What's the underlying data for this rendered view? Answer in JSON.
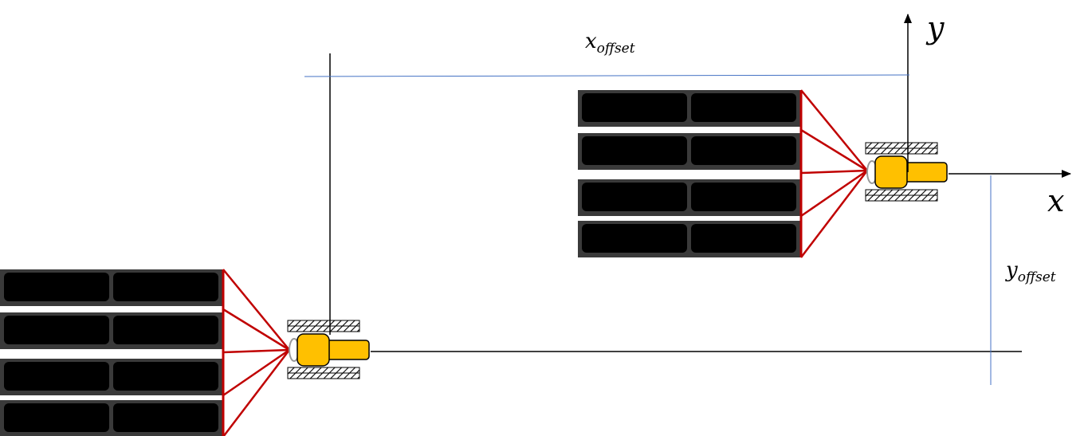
{
  "labels": {
    "x_axis": "x",
    "y_axis": "y",
    "x_offset_main": "x",
    "x_offset_sub": "offset",
    "y_offset_main": "y",
    "y_offset_sub": "offset"
  },
  "colors": {
    "pallet_frame": "#3a3a3a",
    "pallet_block": "#000000",
    "fork_lines": "#c00000",
    "vehicle_body": "#ffc000",
    "offset_lines": "#4472c4",
    "axis": "#000000"
  }
}
